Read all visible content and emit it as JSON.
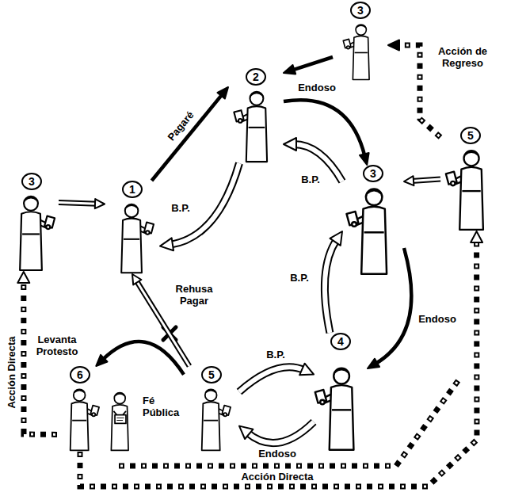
{
  "diagram": {
    "nodes": [
      {
        "text": [
          "2"
        ]
      },
      {
        "text": [
          "3"
        ]
      },
      {
        "text": [
          "3"
        ]
      },
      {
        "text": [
          "1"
        ]
      },
      {
        "text": [
          "3"
        ]
      },
      {
        "text": [
          "5"
        ]
      },
      {
        "text": [
          "6"
        ]
      },
      {
        "text": [
          "Fé Pública"
        ]
      },
      {
        "text": [
          "5"
        ]
      },
      {
        "text": [
          "4"
        ]
      }
    ],
    "edges": [
      {
        "from": 3,
        "to": 0,
        "arrow": "to",
        "label": "Pagaré"
      },
      {
        "from": 0,
        "to": 3,
        "arrow": "to",
        "label": "B.P."
      },
      {
        "from": 0,
        "to": 4,
        "arrow": "to",
        "label": "Endoso"
      },
      {
        "from": 4,
        "to": 0,
        "arrow": "to",
        "label": "B.P."
      },
      {
        "from": 4,
        "to": 9,
        "arrow": "to",
        "label": "Endoso"
      },
      {
        "from": 9,
        "to": 4,
        "arrow": "to",
        "label": "B.P."
      },
      {
        "from": 9,
        "to": 8,
        "arrow": "to",
        "label": "Endoso"
      },
      {
        "from": 8,
        "to": 9,
        "arrow": "to",
        "label": "B.P."
      },
      {
        "from": 8,
        "to": 3,
        "arrow": "to"
      },
      {
        "from": 8,
        "to": 6,
        "arrow": "to",
        "label": "Levanta Protesto"
      },
      {
        "from": 2,
        "to": 3,
        "arrow": "to"
      },
      {
        "from": 5,
        "to": 4,
        "arrow": "to"
      },
      {
        "from": 6,
        "to": 2,
        "arrow": "to",
        "label": "Acción Directa"
      },
      {
        "from": 6,
        "to": 5,
        "arrow": "to",
        "label": "Acción Directa"
      },
      {
        "from": 5,
        "to": 1,
        "arrow": "to",
        "label": "Acción de Regreso"
      },
      {
        "from": 1,
        "to": 0,
        "arrow": "to"
      }
    ],
    "labels": [
      "Rehusa Pagar"
    ]
  }
}
